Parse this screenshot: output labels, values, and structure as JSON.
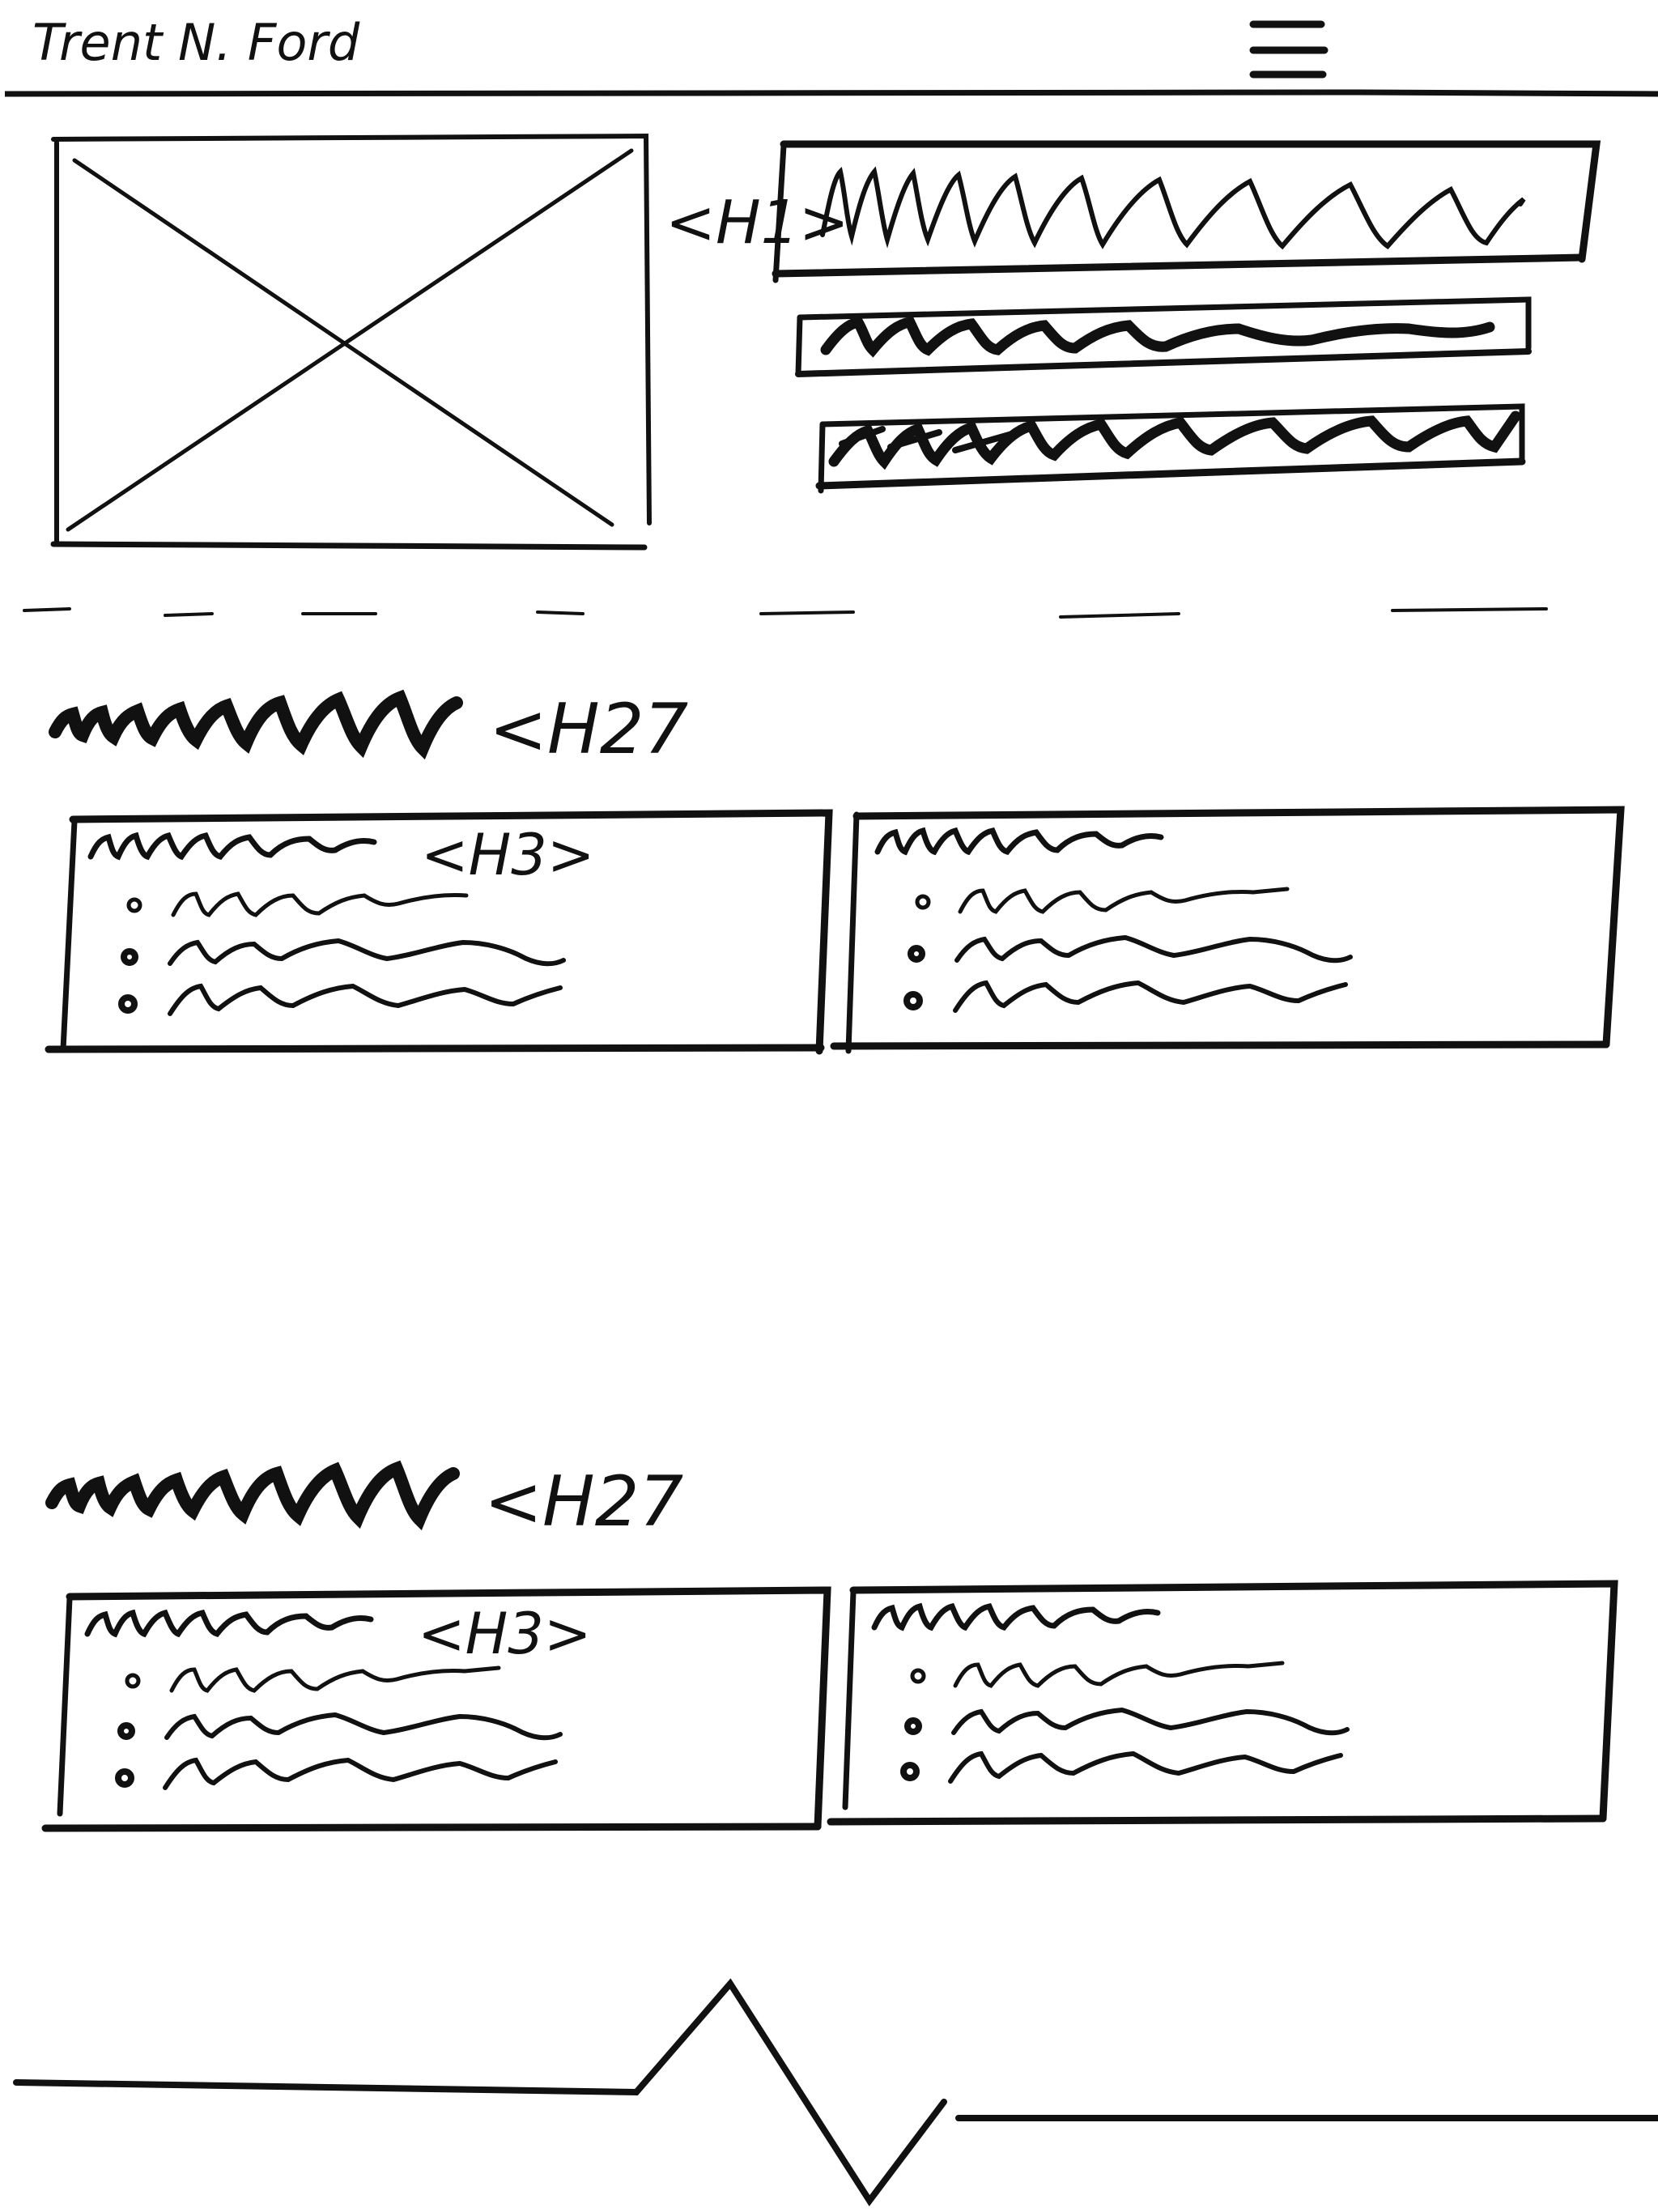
{
  "header": {
    "name": "Trent N. Ford"
  },
  "hero": {
    "h1_tag": "<H1>"
  },
  "sections": [
    {
      "h2_tag": "<H27",
      "cards": [
        {
          "h3_tag": "<H3>"
        },
        {
          "h3_tag": ""
        }
      ]
    },
    {
      "h2_tag": "<H27",
      "cards": [
        {
          "h3_tag": "<H3>"
        },
        {
          "h3_tag": ""
        }
      ]
    }
  ],
  "icons": {
    "menu": "hamburger-icon",
    "image": "image-placeholder-icon"
  },
  "colors": {
    "ink": "#111111",
    "paper": "#ffffff"
  }
}
